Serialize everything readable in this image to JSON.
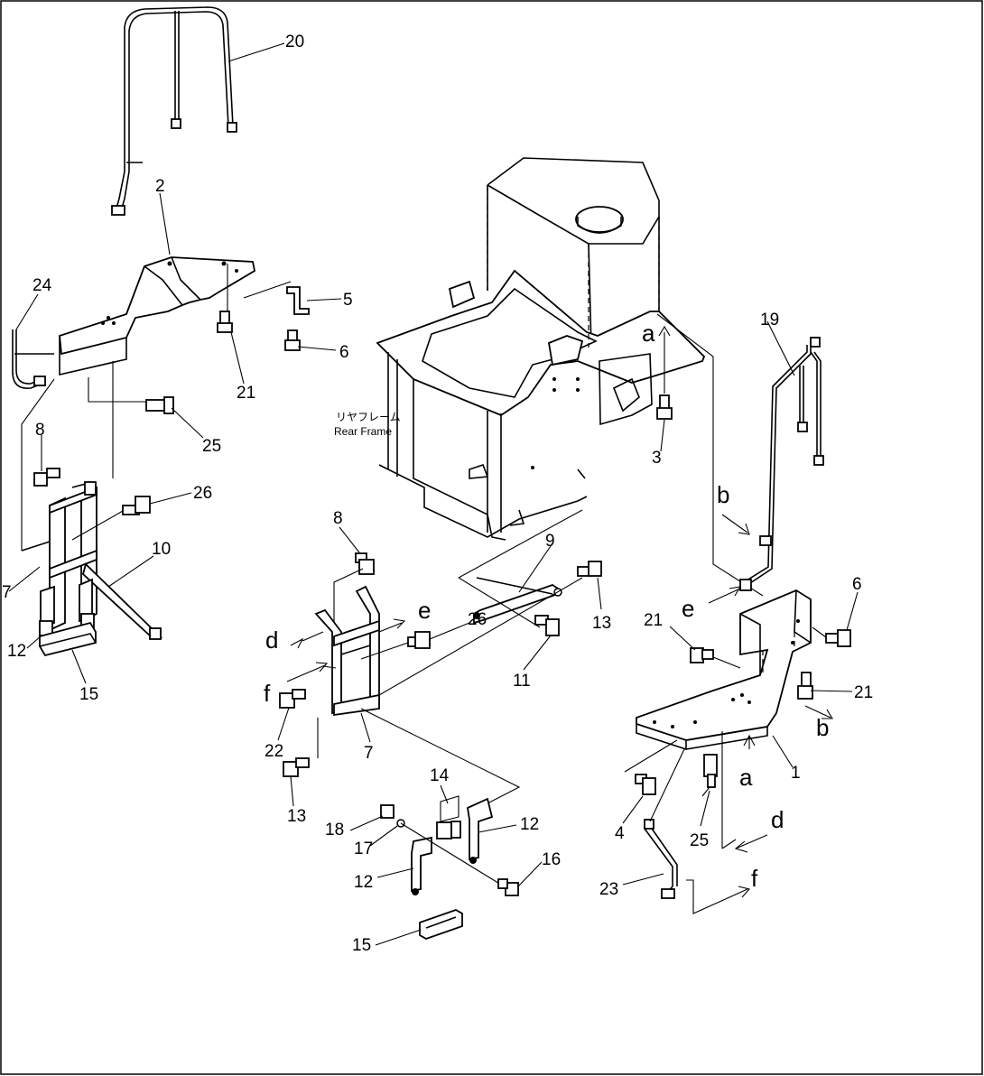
{
  "rear_frame_label": {
    "jp": "リヤフレーム",
    "en": "Rear Frame"
  },
  "part_numbers": {
    "p1": "1",
    "p2": "2",
    "p3": "3",
    "p4": "4",
    "p5": "5",
    "p6a": "6",
    "p6b": "6",
    "p7a": "7",
    "p7b": "7",
    "p8a": "8",
    "p8b": "8",
    "p9": "9",
    "p10": "10",
    "p11": "11",
    "p12a": "12",
    "p12b": "12",
    "p12c": "12",
    "p13a": "13",
    "p13b": "13",
    "p14": "14",
    "p15a": "15",
    "p15b": "15",
    "p16": "16",
    "p17": "17",
    "p18": "18",
    "p19": "19",
    "p20": "20",
    "p21a": "21",
    "p21b": "21",
    "p21c": "21",
    "p22": "22",
    "p23": "23",
    "p24": "24",
    "p25a": "25",
    "p25b": "25",
    "p26a": "26",
    "p26b": "26"
  },
  "connection_letters": {
    "a1": "a",
    "a2": "a",
    "b1": "b",
    "b2": "b",
    "d1": "d",
    "d2": "d",
    "e1": "e",
    "e2": "e",
    "f1": "f",
    "f2": "f"
  }
}
